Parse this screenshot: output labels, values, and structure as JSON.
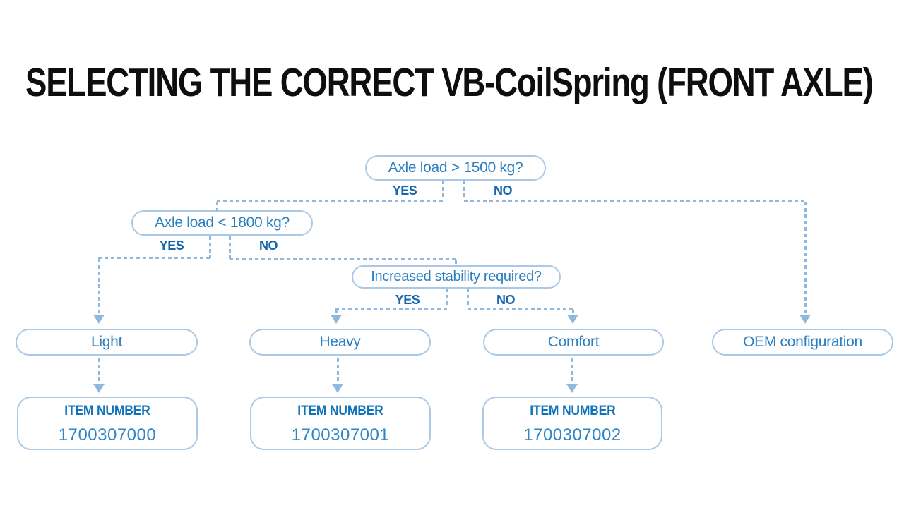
{
  "title": "SELECTING THE CORRECT VB-CoilSpring (FRONT AXLE)",
  "colors": {
    "title_text": "#0e0e0e",
    "box_border": "#aac8e7",
    "question_text": "#2b7fc0",
    "yes_no_text": "#1566ad",
    "connector_line": "#8fb8de",
    "item_heading_text": "#1173b9",
    "item_number_text": "#2e86c4",
    "background": "#ffffff"
  },
  "flowchart": {
    "decisions": [
      {
        "question": "Axle load > 1500 kg?",
        "yes_label": "YES",
        "no_label": "NO"
      },
      {
        "question": "Axle load < 1800 kg?",
        "yes_label": "YES",
        "no_label": "NO"
      },
      {
        "question": "Increased stability required?",
        "yes_label": "YES",
        "no_label": "NO"
      }
    ],
    "results": [
      {
        "label": "Light",
        "item_heading": "ITEM NUMBER",
        "item_number": "1700307000"
      },
      {
        "label": "Heavy",
        "item_heading": "ITEM NUMBER",
        "item_number": "1700307001"
      },
      {
        "label": "Comfort",
        "item_heading": "ITEM NUMBER",
        "item_number": "1700307002"
      },
      {
        "label": "OEM configuration"
      }
    ]
  }
}
